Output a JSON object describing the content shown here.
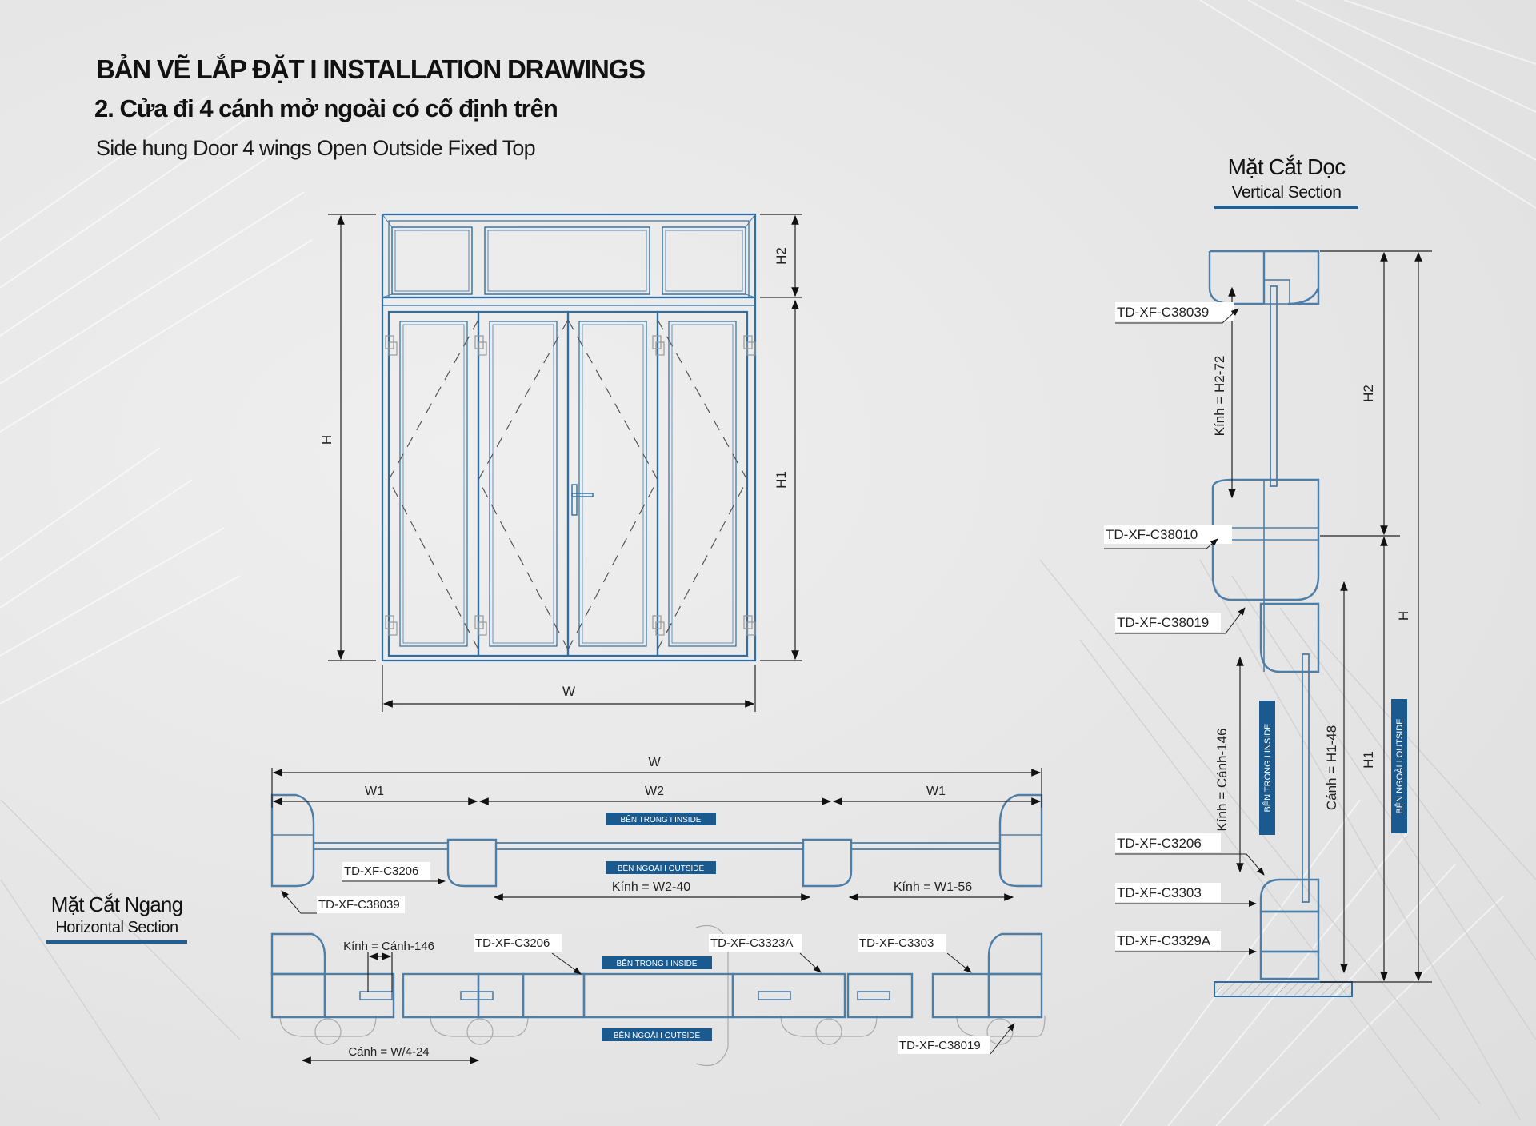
{
  "header": {
    "title": "BẢN VẼ LẮP ĐẶT  I  INSTALLATION DRAWINGS",
    "subtitle_vi": "2. Cửa đi 4 cánh mở ngoài có cố định trên",
    "subtitle_en": "Side hung Door 4 wings Open Outside Fixed Top"
  },
  "colors": {
    "profile": "#4d7ea8",
    "profile_dark": "#1f5f93",
    "badge": "#1b5a8e",
    "dimension": "#333333"
  },
  "elevation": {
    "dim_height": "H",
    "dim_top": "H2",
    "dim_bottom": "H1",
    "dim_width": "W"
  },
  "vertical_section": {
    "title_vi": "Mặt Cắt Dọc",
    "title_en": "Vertical Section",
    "labels": {
      "top_frame": "TD-XF-C38039",
      "transom": "TD-XF-C38010",
      "sash_top": "TD-XF-C38019",
      "sash_bottom": "TD-XF-C3206",
      "bottom_frame": "TD-XF-C3303",
      "threshold": "TD-XF-C3329A"
    },
    "dims": {
      "glass_top": "Kính = H2-72",
      "glass_bottom": "Kính = Cánh-146",
      "sash": "Cánh = H1-48",
      "h2": "H2",
      "h1": "H1",
      "h": "H"
    },
    "badges": {
      "inside": "BÊN TRONG   I  INSIDE",
      "outside": "BÊN NGOÀI   I  OUTSIDE"
    }
  },
  "horizontal_section": {
    "title_vi": "Mặt Cắt Ngang",
    "title_en": "Horizontal Section",
    "top": {
      "dim_total": "W",
      "dim_w1_left": "W1",
      "dim_w2": "W2",
      "dim_w1_right": "W1",
      "glass_mid": "Kính = W2-40",
      "glass_side": "Kính = W1-56",
      "label_a": "TD-XF-C3206",
      "label_b": "TD-XF-C38039",
      "badge_inside": "BÊN TRONG   I  INSIDE",
      "badge_outside": "BÊN NGOÀI   I  OUTSIDE"
    },
    "bottom": {
      "glass": "Kính = Cánh-146",
      "sash": "Cánh = W/4-24",
      "label_a": "TD-XF-C3206",
      "label_b": "TD-XF-C3323A",
      "label_c": "TD-XF-C3303",
      "label_d": "TD-XF-C38019",
      "badge_inside": "BÊN TRONG   I  INSIDE",
      "badge_outside": "BÊN NGOÀI   I  OUTSIDE"
    }
  }
}
